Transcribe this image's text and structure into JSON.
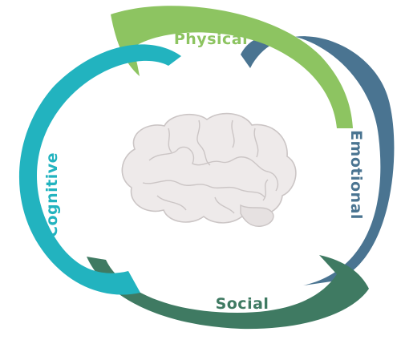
{
  "labels": {
    "physical": "Physical",
    "emotional": "Emotional",
    "social": "Social",
    "cognitive": "Cognitive"
  },
  "colors": {
    "physical": "#8dc461",
    "emotional": "#4a7491",
    "social": "#3f7a62",
    "cognitive": "#22b3bf",
    "brain_fill": "#eeeaea",
    "brain_line": "#cbc5c5"
  },
  "icons": {
    "center": "brain-icon"
  }
}
